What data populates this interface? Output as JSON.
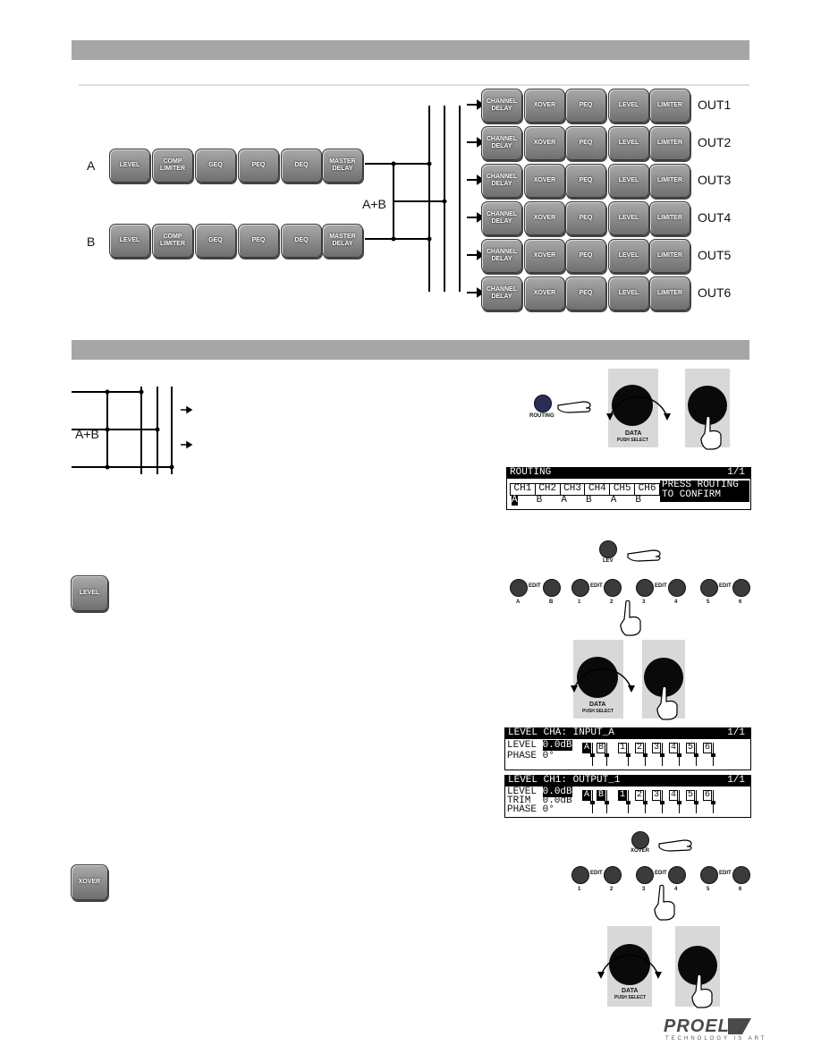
{
  "diagram": {
    "input_a_label": "A",
    "input_b_label": "B",
    "sum_label": "A+B",
    "input_blocks": [
      "LEVEL",
      "COMP\nLIMITER",
      "GEQ",
      "PEQ",
      "DEQ",
      "MASTER\nDELAY"
    ],
    "output_blocks": [
      "CHANNEL\nDELAY",
      "XOVER",
      "PEQ",
      "LEVEL",
      "LIMITER"
    ],
    "outputs": [
      "OUT1",
      "OUT2",
      "OUT3",
      "OUT4",
      "OUT5",
      "OUT6"
    ]
  },
  "routing_section": {
    "sum_label": "A+B",
    "routing_button_label": "ROUTING",
    "data_label": "DATA",
    "push_select_label": "PUSH SELECT",
    "lcd": {
      "title": "ROUTING",
      "page": "1/1",
      "channels": [
        "CH1",
        "CH2",
        "CH3",
        "CH4",
        "CH5",
        "CH6"
      ],
      "assignments": [
        "A",
        "B",
        "A",
        "B",
        "A",
        "B"
      ],
      "message_line1": "PRESS ROUTING",
      "message_line2": "TO CONFIRM"
    }
  },
  "level_section": {
    "block_label": "LEVEL",
    "lev_button_label": "LEV",
    "edit_label": "EDIT",
    "button_labels": [
      "A",
      "B",
      "1",
      "2",
      "3",
      "4",
      "5",
      "6"
    ],
    "data_label": "DATA",
    "push_select_label": "PUSH SELECT",
    "lcd_input": {
      "title": "LEVEL CHA: INPUT_A",
      "page": "1/1",
      "line1_label": "LEVEL",
      "line1_value": "0.0dB",
      "line2": "PHASE 0°",
      "strip": [
        "A",
        "B",
        "1",
        "2",
        "3",
        "4",
        "5",
        "6"
      ]
    },
    "lcd_output": {
      "title": "LEVEL CH1: OUTPUT_1",
      "page": "1/1",
      "line1_label": "LEVEL",
      "line1_value": "0.0dB",
      "line2": "TRIM  0.0dB",
      "line3": "PHASE 0°",
      "strip": [
        "A",
        "B",
        "1",
        "2",
        "3",
        "4",
        "5",
        "6"
      ]
    }
  },
  "xover_section": {
    "block_label": "XOVER",
    "xover_button_label": "XOVER",
    "edit_label": "EDIT",
    "button_labels": [
      "1",
      "2",
      "3",
      "4",
      "5",
      "6"
    ],
    "data_label": "DATA",
    "push_select_label": "PUSH SELECT"
  },
  "brand": {
    "logo": "PROEL",
    "tagline": "TECHNOLOGY IS ART"
  }
}
